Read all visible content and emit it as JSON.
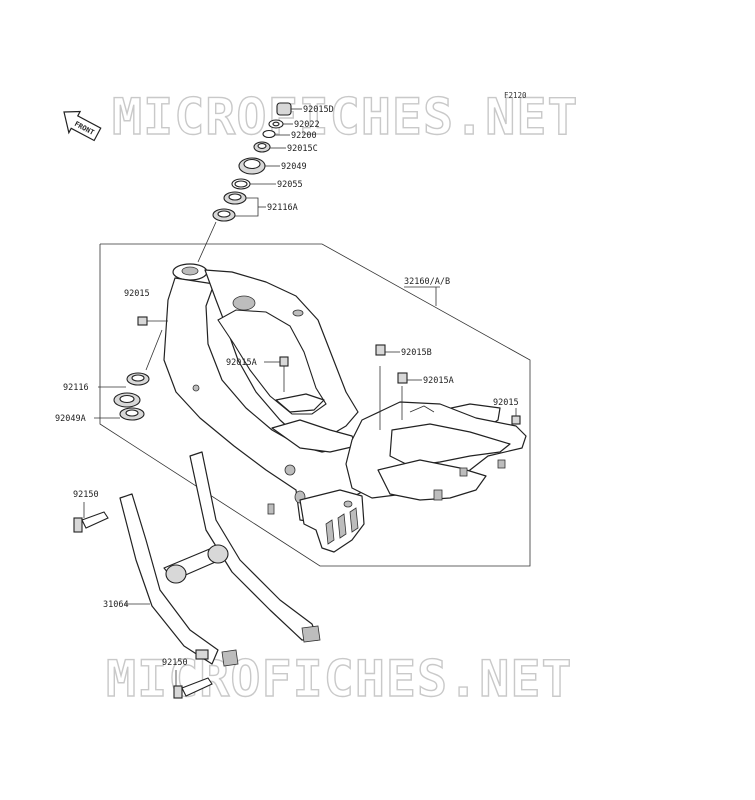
{
  "diagram_code": "F2120",
  "front_label": "FRONT",
  "watermark_text": "MICROFICHES.NET",
  "labels": {
    "p92015D": "92015D",
    "p92022": "92022",
    "p92200": "92200",
    "p92015C": "92015C",
    "p92049": "92049",
    "p92055": "92055",
    "p92116A": "92116A",
    "p32160": "32160/A/B",
    "p92015_left": "92015",
    "p92015A_center": "92015A",
    "p92015B": "92015B",
    "p92015A_right": "92015A",
    "p92015_right": "92015",
    "p92116": "92116",
    "p92049A": "92049A",
    "p92150_top": "92150",
    "p31064": "31064",
    "p92150_bottom": "92150"
  },
  "colors": {
    "line": "#222222",
    "watermark": "#c9c9c9",
    "background": "#ffffff"
  }
}
